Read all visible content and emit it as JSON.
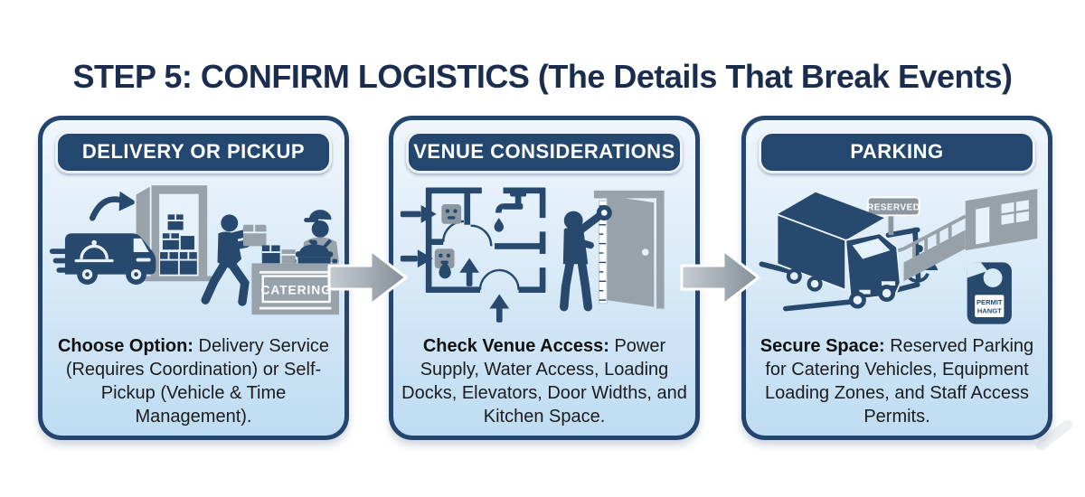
{
  "title": "STEP 5: CONFIRM LOGISTICS (The Details That Break Events)",
  "colors": {
    "navy": "#27496d",
    "border_navy": "#24466e",
    "banner_navy": "#24476f",
    "title_navy": "#1b2d4f",
    "panel_gradient_top": "#f0f6fc",
    "panel_gradient_bottom": "#bedcf2",
    "illustration_gray": "#97a1aa",
    "arrow_gray": "#8a949e",
    "body_text": "#1c1c1e"
  },
  "panels": [
    {
      "banner": "DELIVERY OR PICKUP",
      "lead": "Choose Option:",
      "body_rest": " Delivery Service (Requires Coordination) or Self-Pickup (Vehicle & Time Management).",
      "icon": "delivery-van-boxes-catering-counter",
      "labels": {
        "counter": "CATERING"
      }
    },
    {
      "banner": "VENUE CONSIDERATIONS",
      "lead": "Check Venue Access:",
      "body_rest": " Power Supply, Water Access, Loading Docks, Elevators, Door Widths, and Kitchen Space.",
      "icon": "floorplan-and-door-measuring"
    },
    {
      "banner": "PARKING",
      "lead": "Secure Space:",
      "body_rest": " Reserved Parking for Catering Vehicles, Equipment Loading Zones, and Staff Access Permits.",
      "icon": "truck-reserved-parking-permit",
      "labels": {
        "sign": "RESERVED",
        "permit_line1": "PERMIT",
        "permit_line2": "HANGT"
      }
    }
  ]
}
